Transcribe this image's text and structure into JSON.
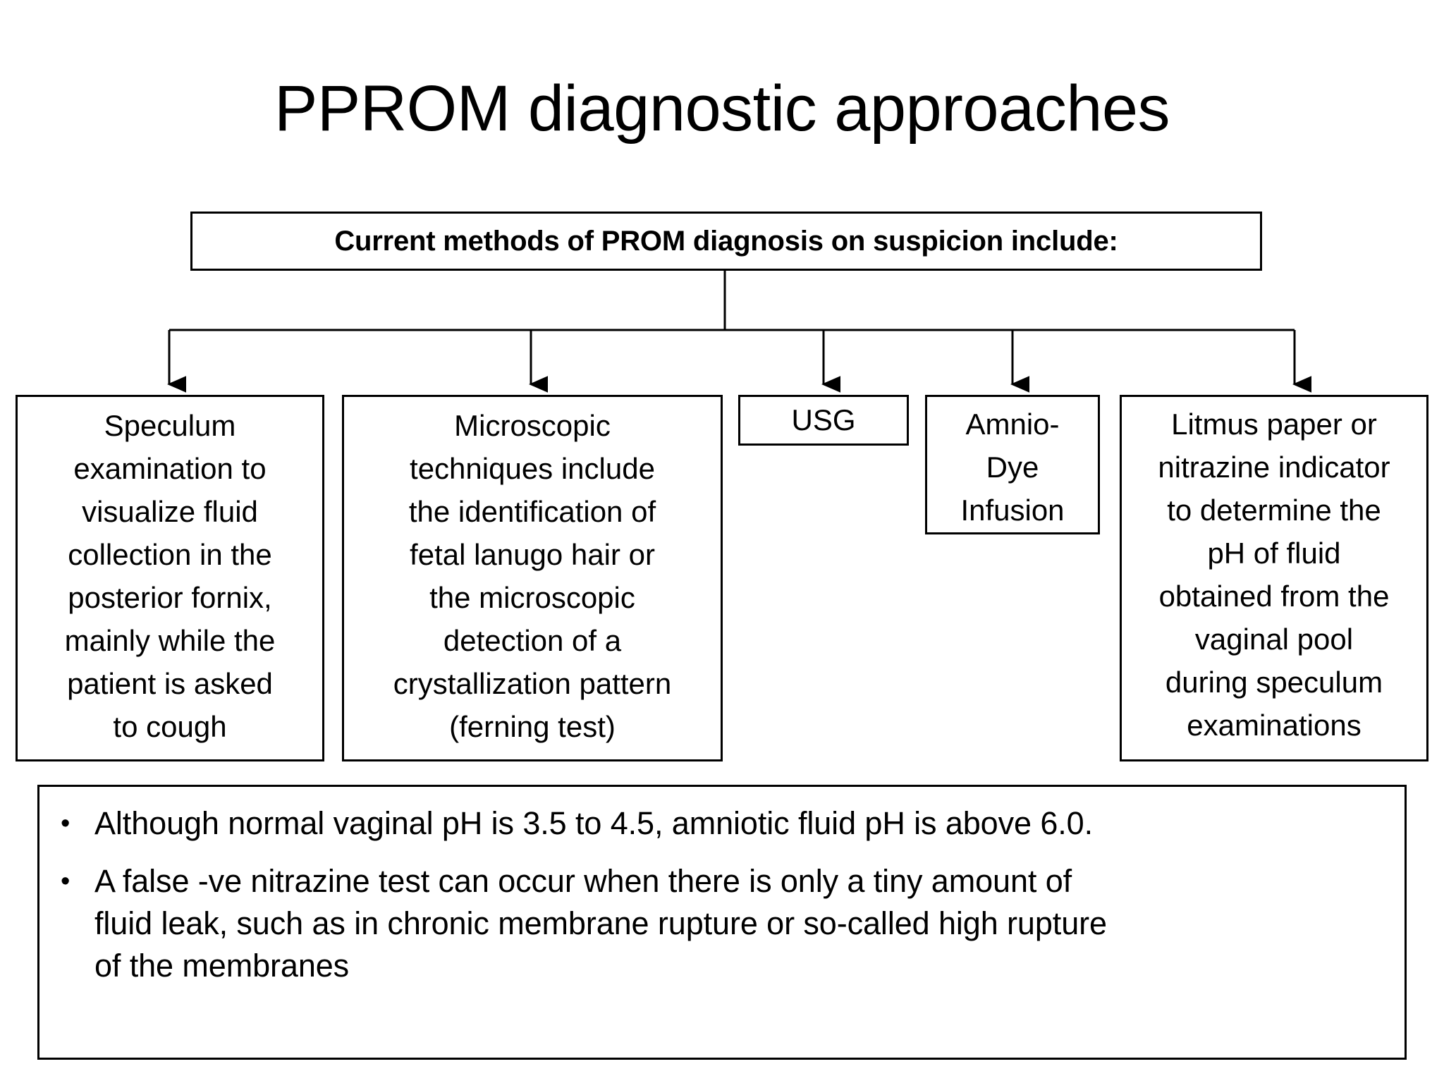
{
  "slide": {
    "title": "PPROM diagnostic approaches",
    "background_color": "#ffffff",
    "text_color": "#000000",
    "border_color": "#000000"
  },
  "header": {
    "label": "Current methods of PROM diagnosis on suspicion include:"
  },
  "methods": [
    {
      "id": "speculum",
      "label": "Speculum\nexamination to\nvisualize fluid\ncollection in the\nposterior fornix,\nmainly while the\npatient is asked\nto cough"
    },
    {
      "id": "microscopic",
      "label": "Microscopic\ntechniques include\nthe identification of\nfetal lanugo hair or\nthe microscopic\ndetection of a\ncrystallization pattern\n(ferning test)"
    },
    {
      "id": "usg",
      "label": "USG"
    },
    {
      "id": "amnio-dye-infusion",
      "label": "Amnio-\nDye\nInfusion"
    },
    {
      "id": "litmus",
      "label": "Litmus paper or\nnitrazine indicator\nto determine the\npH of fluid\nobtained from the\nvaginal pool\nduring speculum\nexaminations"
    }
  ],
  "notes": {
    "bullet_glyph": "•",
    "items": [
      "Although normal vaginal pH is 3.5 to 4.5, amniotic fluid pH is above 6.0.",
      "A false -ve nitrazine test can occur when there is only a tiny amount of\nfluid leak, such as in chronic membrane rupture or so-called high rupture\nof the membranes"
    ]
  },
  "chart_data": {
    "type": "diagram",
    "title": "PPROM diagnostic approaches",
    "root": "Current methods of PROM diagnosis on suspicion include:",
    "children": [
      "Speculum examination to visualize fluid collection in the posterior fornix, mainly while the patient is asked to cough",
      "Microscopic techniques include the identification of fetal lanugo hair or the microscopic detection of a crystallization pattern (ferning test)",
      "USG",
      "Amnio-Dye Infusion",
      "Litmus paper or nitrazine indicator to determine the pH of fluid obtained from the vaginal pool during speculum examinations"
    ],
    "edge_style": "orthogonal-arrow-down",
    "arrow_count": 5
  }
}
